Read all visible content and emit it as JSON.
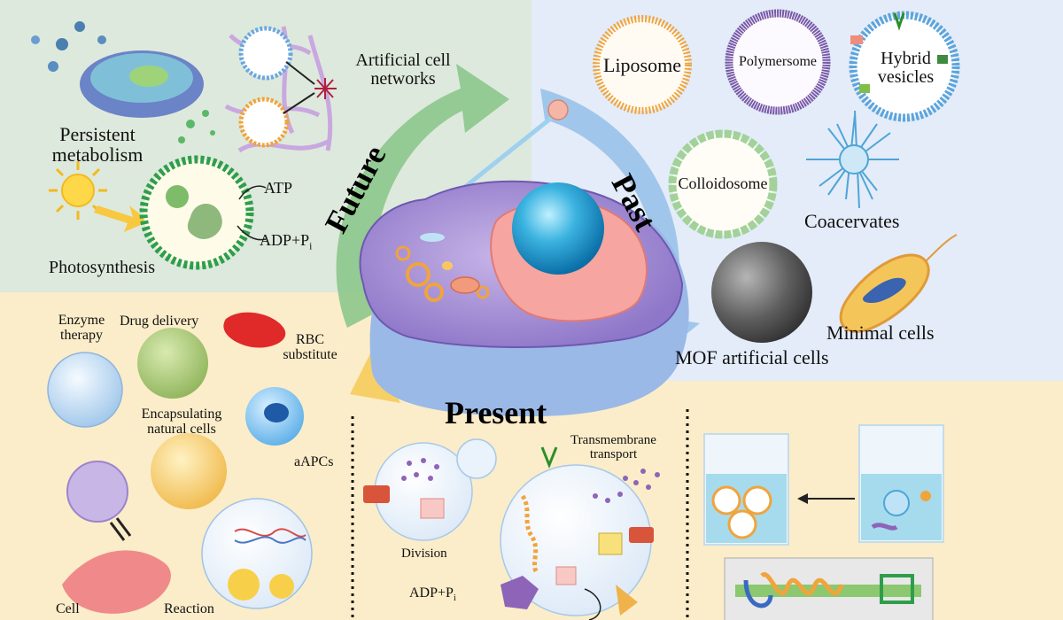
{
  "eras": {
    "future": "Future",
    "past": "Past",
    "present": "Present"
  },
  "future_panel": {
    "persistent_metabolism": [
      "Persistent",
      "metabolism"
    ],
    "artificial_cell_networks": [
      "Artificial cell",
      "networks"
    ],
    "photosynthesis": "Photosynthesis",
    "atp": "ATP",
    "adp_pi": "ADP+P",
    "adp_pi_sub": "i"
  },
  "past_panel": {
    "liposome": "Liposome",
    "polymersome": "Polymersome",
    "hybrid_vesicles": [
      "Hybrid",
      "vesicles"
    ],
    "colloidosome": "Colloidosome",
    "coacervates": "Coacervates",
    "minimal_cells": "Minimal cells",
    "mof_artificial_cells": "MOF artificial cells"
  },
  "present_panel": {
    "enzyme_therapy": [
      "Enzyme",
      "therapy"
    ],
    "drug_delivery": "Drug delivery",
    "rbc_substitute": [
      "RBC",
      "substitute"
    ],
    "encapsulating_natural_cells": [
      "Encapsulating",
      "natural cells"
    ],
    "aapcs": "aAPCs",
    "cell": "Cell",
    "reaction": "Reaction",
    "division": "Division",
    "transmembrane_transport": [
      "Transmembrane",
      "transport"
    ],
    "adp_pi": "ADP+P",
    "adp_pi_sub": "i"
  },
  "colors": {
    "future_bg": "#dde9dc",
    "past_bg": "#e3ecf8",
    "present_bg": "#fbedc9",
    "future_arrow": "#8cc78c",
    "past_arrow": "#9dc4ea",
    "present_arrow": "#f5cf62"
  }
}
